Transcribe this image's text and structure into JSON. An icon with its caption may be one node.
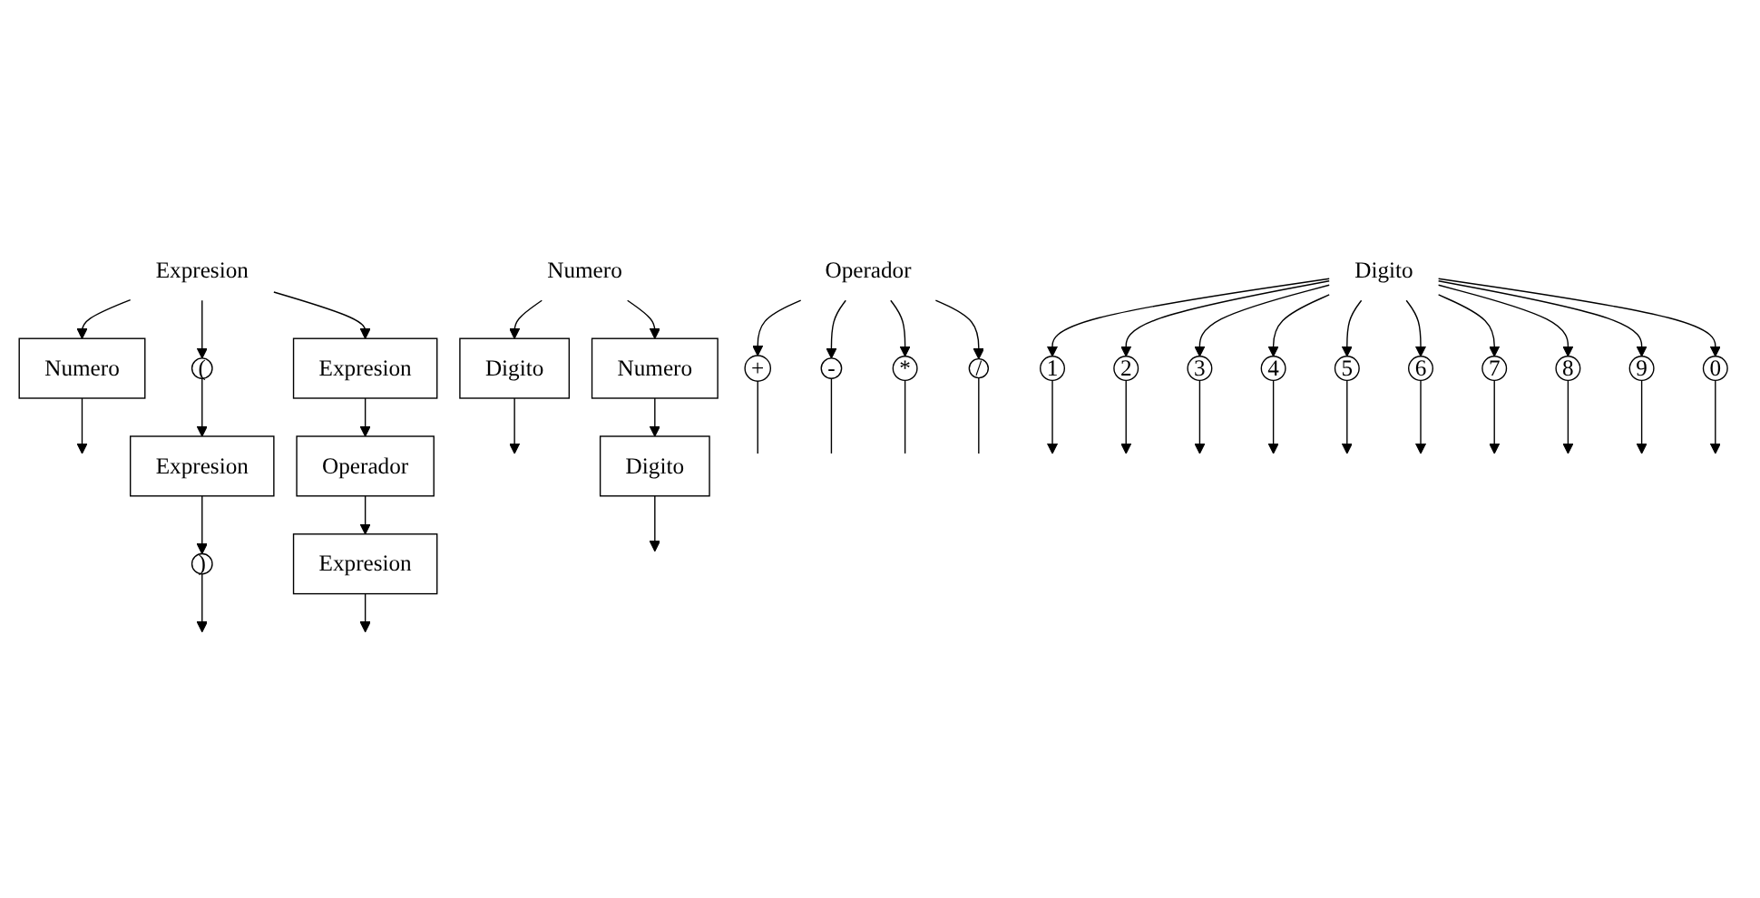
{
  "diagram": {
    "nodes": [
      {
        "text": [
          "Expresion"
        ]
      },
      {
        "text": [
          "Numero"
        ]
      },
      {
        "text": [
          "("
        ]
      },
      {
        "text": [
          "Expresion"
        ]
      },
      {
        "text": [
          ")"
        ]
      },
      {
        "text": [
          "Expresion"
        ]
      },
      {
        "text": [
          "Operador"
        ]
      },
      {
        "text": [
          "Expresion"
        ]
      },
      {
        "text": [
          "Operador"
        ]
      },
      {
        "text": [
          "+"
        ]
      },
      {
        "text": [
          "-"
        ]
      },
      {
        "text": [
          "*"
        ]
      },
      {
        "text": [
          "/"
        ]
      },
      {
        "text": [
          "Numero"
        ]
      },
      {
        "text": [
          "Digito"
        ]
      },
      {
        "text": [
          "Numero"
        ]
      },
      {
        "text": [
          "Digito"
        ]
      },
      {
        "text": [
          "Digito"
        ]
      },
      {
        "text": [
          "1"
        ]
      },
      {
        "text": [
          "2"
        ]
      },
      {
        "text": [
          "3"
        ]
      },
      {
        "text": [
          "4"
        ]
      },
      {
        "text": [
          "5"
        ]
      },
      {
        "text": [
          "6"
        ]
      },
      {
        "text": [
          "7"
        ]
      },
      {
        "text": [
          "8"
        ]
      },
      {
        "text": [
          "9"
        ]
      },
      {
        "text": [
          "0"
        ]
      }
    ],
    "edges": [
      {
        "from": 0,
        "to": 1,
        "arrow": "to"
      },
      {
        "from": 0,
        "to": 2,
        "arrow": "to"
      },
      {
        "from": 0,
        "to": 5,
        "arrow": "to"
      },
      {
        "from": 2,
        "to": 3,
        "arrow": "to"
      },
      {
        "from": 3,
        "to": 4,
        "arrow": "to"
      },
      {
        "from": 5,
        "to": 6,
        "arrow": "to"
      },
      {
        "from": 6,
        "to": 7,
        "arrow": "to"
      },
      {
        "from": 1,
        "to": null,
        "arrow": "to"
      },
      {
        "from": 4,
        "to": null,
        "arrow": "to"
      },
      {
        "from": 7,
        "to": null,
        "arrow": "to"
      },
      {
        "from": 8,
        "to": 9,
        "arrow": "to"
      },
      {
        "from": 8,
        "to": 10,
        "arrow": "to"
      },
      {
        "from": 8,
        "to": 11,
        "arrow": "to"
      },
      {
        "from": 8,
        "to": 12,
        "arrow": "to"
      },
      {
        "from": 9,
        "to": null,
        "arrow": "none"
      },
      {
        "from": 10,
        "to": null,
        "arrow": "none"
      },
      {
        "from": 11,
        "to": null,
        "arrow": "none"
      },
      {
        "from": 12,
        "to": null,
        "arrow": "none"
      },
      {
        "from": 13,
        "to": 14,
        "arrow": "to"
      },
      {
        "from": 13,
        "to": 15,
        "arrow": "to"
      },
      {
        "from": 15,
        "to": 16,
        "arrow": "to"
      },
      {
        "from": 14,
        "to": null,
        "arrow": "to"
      },
      {
        "from": 16,
        "to": null,
        "arrow": "to"
      },
      {
        "from": 17,
        "to": 18,
        "arrow": "to"
      },
      {
        "from": 17,
        "to": 19,
        "arrow": "to"
      },
      {
        "from": 17,
        "to": 20,
        "arrow": "to"
      },
      {
        "from": 17,
        "to": 21,
        "arrow": "to"
      },
      {
        "from": 17,
        "to": 22,
        "arrow": "to"
      },
      {
        "from": 17,
        "to": 23,
        "arrow": "to"
      },
      {
        "from": 17,
        "to": 24,
        "arrow": "to"
      },
      {
        "from": 17,
        "to": 25,
        "arrow": "to"
      },
      {
        "from": 17,
        "to": 26,
        "arrow": "to"
      },
      {
        "from": 17,
        "to": 27,
        "arrow": "to"
      },
      {
        "from": 18,
        "to": null,
        "arrow": "to"
      },
      {
        "from": 19,
        "to": null,
        "arrow": "to"
      },
      {
        "from": 20,
        "to": null,
        "arrow": "to"
      },
      {
        "from": 21,
        "to": null,
        "arrow": "to"
      },
      {
        "from": 22,
        "to": null,
        "arrow": "to"
      },
      {
        "from": 23,
        "to": null,
        "arrow": "to"
      },
      {
        "from": 24,
        "to": null,
        "arrow": "to"
      },
      {
        "from": 25,
        "to": null,
        "arrow": "to"
      },
      {
        "from": 26,
        "to": null,
        "arrow": "to"
      },
      {
        "from": 27,
        "to": null,
        "arrow": "to"
      }
    ]
  }
}
